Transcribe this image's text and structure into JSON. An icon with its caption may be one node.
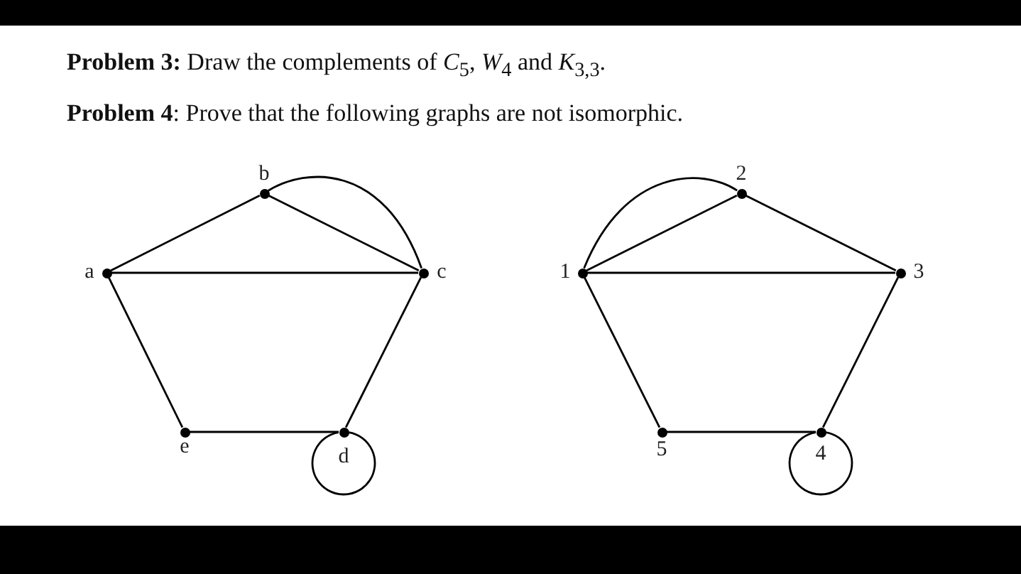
{
  "diagram": {
    "nodes": [
      {
        "text": [
          "a"
        ]
      },
      {
        "text": [
          "b"
        ]
      },
      {
        "text": [
          "c"
        ]
      },
      {
        "text": [
          "d"
        ]
      },
      {
        "text": [
          "e"
        ]
      },
      {
        "text": [
          "1"
        ]
      },
      {
        "text": [
          "2"
        ]
      },
      {
        "text": [
          "3"
        ]
      },
      {
        "text": [
          "4"
        ]
      },
      {
        "text": [
          "5"
        ]
      }
    ],
    "edges": [
      {
        "from": 0,
        "to": 1,
        "arrow": "none"
      },
      {
        "from": 1,
        "to": 2,
        "arrow": "none"
      },
      {
        "from": 1,
        "to": 2,
        "arrow": "none"
      },
      {
        "from": 0,
        "to": 2,
        "arrow": "none"
      },
      {
        "from": 0,
        "to": 4,
        "arrow": "none"
      },
      {
        "from": 4,
        "to": 3,
        "arrow": "none"
      },
      {
        "from": 3,
        "to": 2,
        "arrow": "none"
      },
      {
        "from": 3,
        "to": 3,
        "arrow": "none"
      },
      {
        "from": 5,
        "to": 6,
        "arrow": "none"
      },
      {
        "from": 5,
        "to": 6,
        "arrow": "none"
      },
      {
        "from": 6,
        "to": 7,
        "arrow": "none"
      },
      {
        "from": 5,
        "to": 7,
        "arrow": "none"
      },
      {
        "from": 5,
        "to": 9,
        "arrow": "none"
      },
      {
        "from": 9,
        "to": 8,
        "arrow": "none"
      },
      {
        "from": 8,
        "to": 7,
        "arrow": "none"
      },
      {
        "from": 8,
        "to": 8,
        "arrow": "none"
      }
    ],
    "labels": [
      "**Problem 3:** Draw the complements of *C*$_{5}$, *W*$_{4}$ and *K*$_{3,3}$.",
      "**Problem 4**: Prove that the following graphs are not isomorphic."
    ]
  }
}
